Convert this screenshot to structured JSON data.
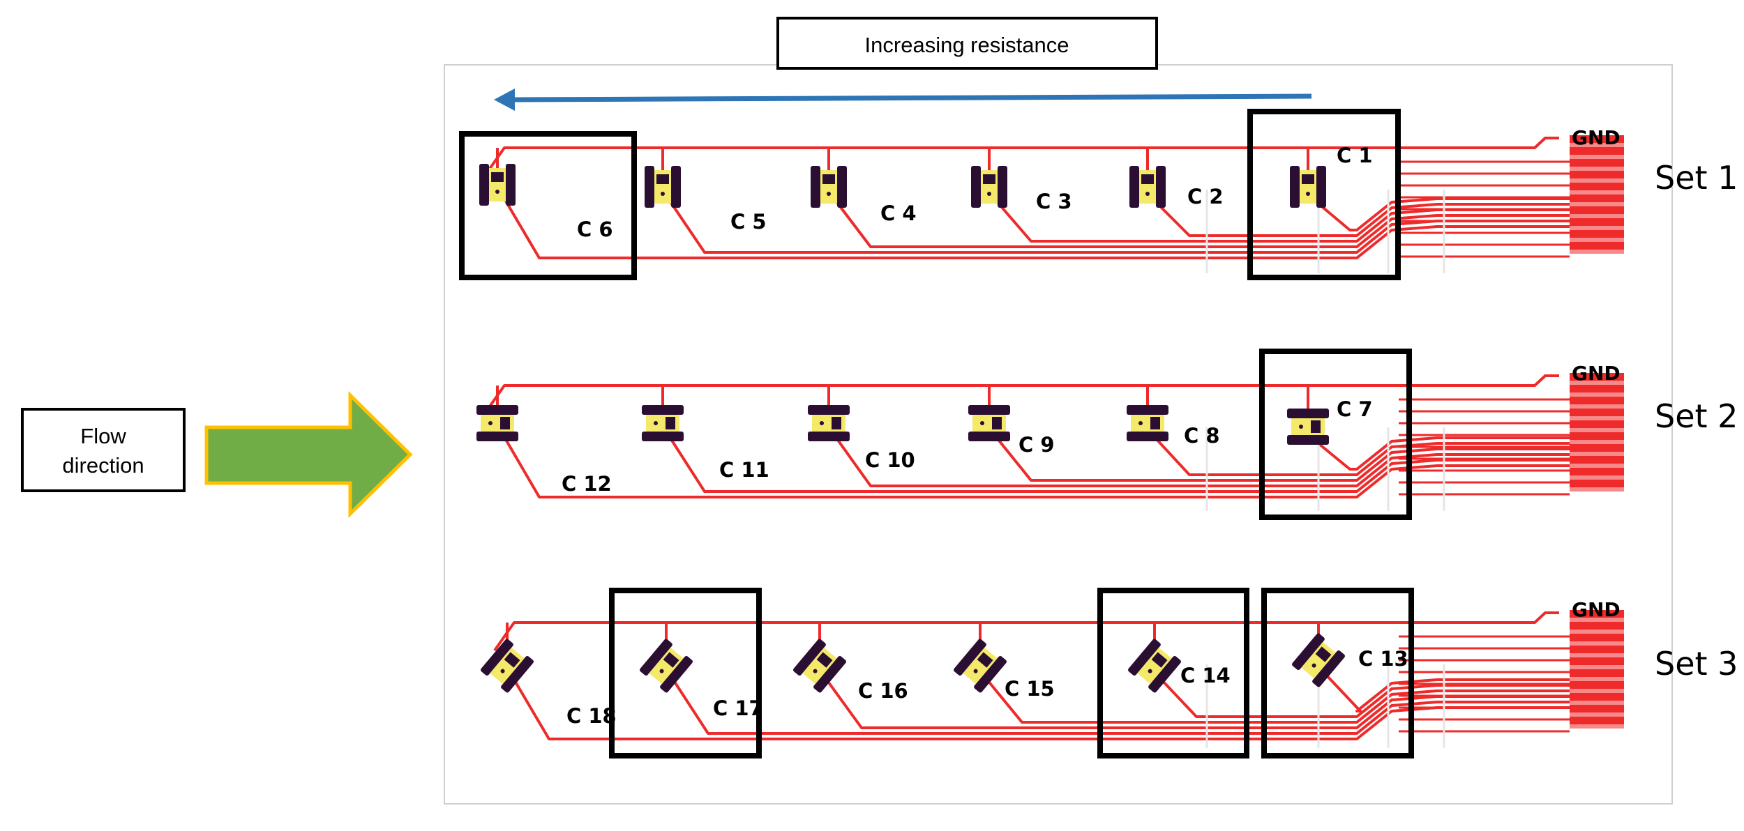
{
  "header": {
    "resistance_label": "Increasing resistance"
  },
  "flow": {
    "line1": "Flow",
    "line2": "direction"
  },
  "gnd_label": "GND",
  "sets": [
    {
      "name": "Set 1",
      "channels": [
        "C 1",
        "C 2",
        "C 3",
        "C 4",
        "C 5",
        "C 6"
      ]
    },
    {
      "name": "Set 2",
      "channels": [
        "C 7",
        "C 8",
        "C 9",
        "C 10",
        "C 11",
        "C 12"
      ]
    },
    {
      "name": "Set 3",
      "channels": [
        "C 13",
        "C 14",
        "C 15",
        "C 16",
        "C 17",
        "C 18"
      ]
    }
  ],
  "colors": {
    "trace": "#ee2a2a",
    "arrow_blue": "#2e75b6",
    "arrow_green": "#70ad47",
    "arrow_green_border": "#ffc000",
    "component_body": "#2a0f33",
    "component_pad": "#f5e96a",
    "highlight_frame": "#000000"
  }
}
